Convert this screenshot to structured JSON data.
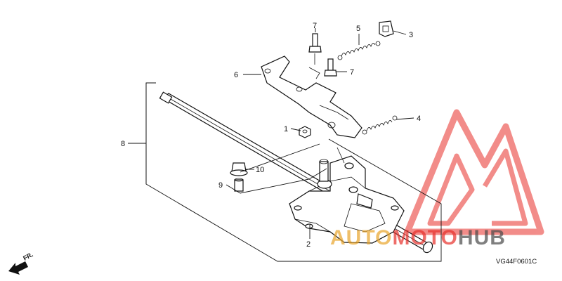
{
  "diagram": {
    "callouts": [
      "1",
      "2",
      "3",
      "4",
      "5",
      "6",
      "7",
      "7",
      "8",
      "9",
      "10"
    ],
    "drawing_code": "VG44F0601C",
    "direction_marker": "FR.",
    "watermark": {
      "text_auto": "AUTO",
      "text_moto": "MOTO",
      "text_hub": "HUB",
      "colors": {
        "red": "#e8302a",
        "gold": "#e9a52b",
        "gray": "#4a4a4a"
      }
    }
  }
}
